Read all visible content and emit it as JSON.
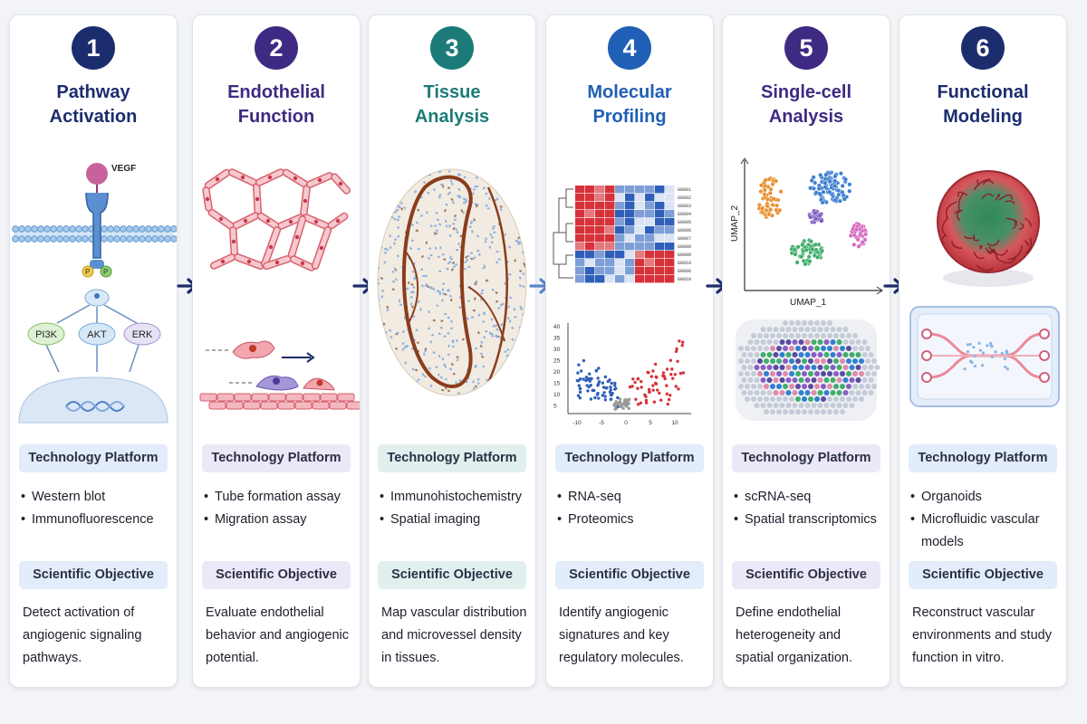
{
  "steps": [
    {
      "number": "1",
      "title": "Pathway\nActivation",
      "accent": "#1c2d6e",
      "band_color": "#e2ecfa",
      "illustration_labels": {
        "ligand": "VEGF",
        "phospho": "P",
        "node1": "PI3K",
        "node2": "AKT",
        "node3": "ERK"
      },
      "platform_label": "Technology Platform",
      "platform_items": [
        "Western blot",
        "Immunofluorescence"
      ],
      "objective_label": "Scientific Objective",
      "objective_text": "Detect activation of angiogenic signaling pathways."
    },
    {
      "number": "2",
      "title": "Endothelial\nFunction",
      "accent": "#3e2a82",
      "band_color": "#ece8f7",
      "platform_label": "Technology Platform",
      "platform_items": [
        "Tube formation assay",
        "Migration assay"
      ],
      "objective_label": "Scientific Objective",
      "objective_text": "Evaluate endothelial behavior and angiogenic potential."
    },
    {
      "number": "3",
      "title": "Tissue\nAnalysis",
      "accent": "#1c7b78",
      "band_color": "#e1f0ee",
      "platform_label": "Technology Platform",
      "platform_items": [
        "Immunohistochemistry",
        "Spatial imaging"
      ],
      "objective_label": "Scientific Objective",
      "objective_text": "Map vascular distribution and microvessel density in tissues."
    },
    {
      "number": "4",
      "title": "Molecular\nProfiling",
      "accent": "#1f5fb5",
      "band_color": "#e2ecfa",
      "illustration_labels": {
        "genes": [
          "G0001",
          "G0002",
          "G0003",
          "G0004",
          "G0005",
          "G0006",
          "G0007",
          "G0008",
          "G0009",
          "G0010",
          "G0006",
          "G0010"
        ],
        "volcano_y_ticks": [
          "40",
          "35",
          "30",
          "25",
          "20",
          "15",
          "10",
          "5"
        ],
        "volcano_x_ticks": [
          "-10",
          "-5",
          "0",
          "5",
          "10"
        ]
      },
      "platform_label": "Technology Platform",
      "platform_items": [
        "RNA-seq",
        "Proteomics"
      ],
      "objective_label": "Scientific Objective",
      "objective_text": "Identify angiogenic signatures and key regulatory molecules."
    },
    {
      "number": "5",
      "title": "Single-cell\nAnalysis",
      "accent": "#3e2a82",
      "band_color": "#ece8f7",
      "illustration_labels": {
        "x_axis": "UMAP_1",
        "y_axis": "UMAP_2"
      },
      "platform_label": "Technology Platform",
      "platform_items": [
        "scRNA-seq",
        "Spatial transcriptomics"
      ],
      "objective_label": "Scientific Objective",
      "objective_text": "Define endothelial heterogeneity and spatial organization."
    },
    {
      "number": "6",
      "title": "Functional\nModeling",
      "accent": "#1c2d6e",
      "band_color": "#e2ecfa",
      "platform_label": "Technology Platform",
      "platform_items": [
        "Organoids",
        "Microfluidic vascular models"
      ],
      "objective_label": "Scientific Objective",
      "objective_text": "Reconstruct vascular environments and study function in vitro."
    }
  ],
  "colors": {
    "arrow": "#1d2c6b",
    "title_text": "#1c2d6e",
    "teal_title": "#1c7b78",
    "heat_high": "#d7323a",
    "heat_low": "#2f5fb8",
    "vessel": "#8a3d1c"
  }
}
